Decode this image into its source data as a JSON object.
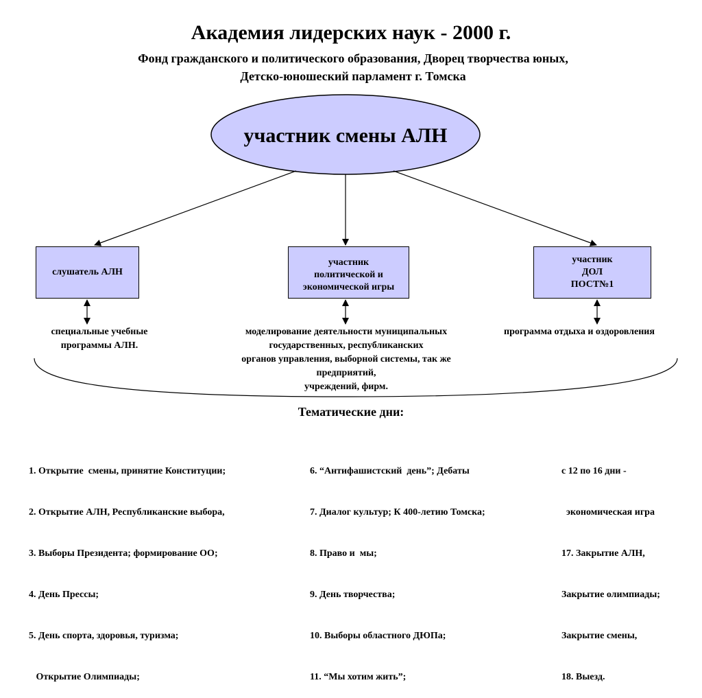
{
  "header": {
    "title": "Академия лидерских наук - 2000 г.",
    "subtitle_line1": "Фонд гражданского и политического образования, Дворец творчества юных,",
    "subtitle_line2": "Детско-юношеский парламент г. Томска"
  },
  "center_node": {
    "label": "участник смены АЛН"
  },
  "boxes": [
    {
      "lines": [
        "слушатель АЛН"
      ]
    },
    {
      "lines": [
        "участник",
        "политической и",
        "экономической игры"
      ]
    },
    {
      "lines": [
        "участник",
        "ДОЛ",
        "ПОСТ№1"
      ]
    }
  ],
  "descriptions": [
    {
      "lines": [
        "специальные учебные",
        "программы АЛН."
      ]
    },
    {
      "lines": [
        "моделирование деятельности муниципальных",
        "государственных, республиканских",
        "органов управления, выборной системы, так же",
        "предприятий,",
        "учреждений, фирм."
      ]
    },
    {
      "lines": [
        "программа отдыха и оздоровления"
      ]
    }
  ],
  "thematic_days": {
    "heading": "Тематические дни:",
    "columns": [
      [
        "1. Открытие  смены, принятие Конституции;",
        "2. Открытие АЛН, Республиканские выбора,",
        "3. Выборы Президента; формирование ОО;",
        "4. День Прессы;",
        "5. День спорта, здоровья, туризма;",
        "   Открытие Олимпиады;"
      ],
      [
        "6. “Антифашистский  день”; Дебаты",
        "7. Диалог культур; К 400-летию Томска;",
        "8. Право и  мы;",
        "9. День творчества;",
        "10. Выборы областного ДЮПа;",
        "11. “Мы хотим жить”;"
      ],
      [
        "с 12 по 16 дни -",
        "  экономическая игра",
        "17. Закрытие АЛН,",
        "Закрытие олимпиады;",
        "Закрытие смены,",
        "18. Выезд."
      ]
    ]
  },
  "colors": {
    "node_fill": "#ccccff",
    "stroke": "#000000",
    "text": "#000000",
    "background": "#ffffff"
  }
}
